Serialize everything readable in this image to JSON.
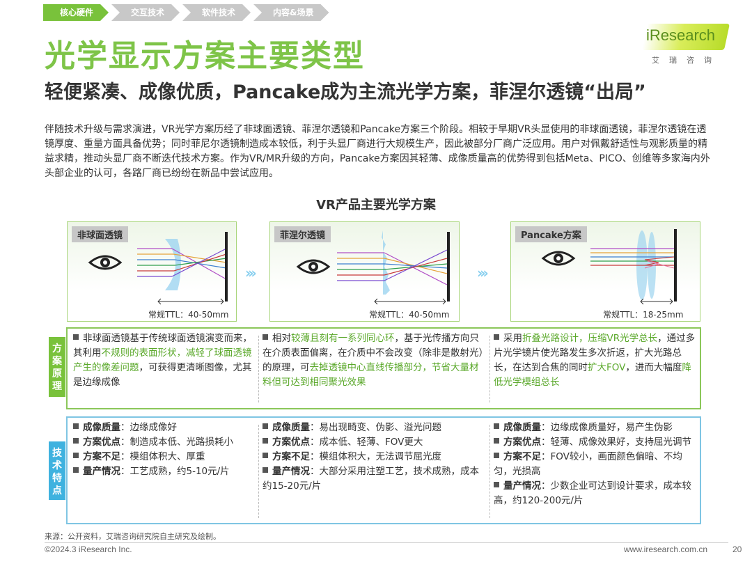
{
  "nav": {
    "items": [
      "核心硬件",
      "交互技术",
      "软件技术",
      "内容&场景"
    ]
  },
  "title": "光学显示方案主要类型",
  "subtitle": "轻便紧凑、成像优质，Pancake成为主流光学方案，菲涅尔透镜“出局”",
  "logo": {
    "name": "iResearch",
    "sub": "艾瑞咨询"
  },
  "intro": "伴随技术升级与需求演进，VR光学方案历经了非球面透镜、菲涅尔透镜和Pancake方案三个阶段。相较于早期VR头显使用的非球面透镜，菲涅尔透镜在透镜厚度、重量方面具备优势；同时菲尼尔透镜制造成本较低，利于头显厂商进行大规模生产，因此被部分厂商广泛应用。用户对佩戴舒适性与观影质量的精益求精，推动头显厂商不断迭代技术方案。作为VR/MR升级的方向，Pancake方案因其轻薄、成像质量高的优势得到包括Meta、PICO、创维等多家海内外头部企业的认可，各路厂商已纷纷在新品中尝试应用。",
  "section_title": "VR产品主要光学方案",
  "diagrams": [
    {
      "label": "非球面透镜",
      "ttl": "常规TTL：40-50mm"
    },
    {
      "label": "菲涅尔透镜",
      "ttl": "常规TTL：40-50mm"
    },
    {
      "label": "Pancake方案",
      "ttl": "常规TTL：18-25mm"
    }
  ],
  "principle": {
    "label": "方案原理",
    "col1": {
      "p1": "非球面透镜基于传统球面透镜演变而来，其利用",
      "h1": "不规则的表面形状，减轻了球面透镜产生的像差问题",
      "p2": "，可获得更清晰图像，尤其是边缘成像"
    },
    "col2": {
      "p1": "相对",
      "h1": "较薄且刻有一系列同心环",
      "p2": "，基于光传播方向只在介质表面偏离，在介质中不会改变（除非是散射光）的原理，可",
      "h2": "去掉透镜中心直线传播部分，节省大量材料但可达到相同聚光效果"
    },
    "col3": {
      "p1": "采用",
      "h1": "折叠光路设计，压缩VR光学总长",
      "p2": "，通过多片光学镜片使光路发生多次折返，扩大光路总长，在达到合焦的同时",
      "h2": "扩大FOV",
      "p3": "，进而大幅度",
      "h3": "降低光学模组总长"
    }
  },
  "features": {
    "label": "技术特点",
    "columns": [
      [
        {
          "k": "成像质量",
          "v": "：边缘成像好"
        },
        {
          "k": "方案优点",
          "v": "：制造成本低、光路损耗小"
        },
        {
          "k": "方案不足",
          "v": "：模组体积大、厚重"
        },
        {
          "k": "量产情况",
          "v": "：工艺成熟，约5-10元/片"
        }
      ],
      [
        {
          "k": "成像质量",
          "v": "：易出现畸变、伪影、溢光问题"
        },
        {
          "k": "方案优点",
          "v": "：成本低、轻薄、FOV更大"
        },
        {
          "k": "方案不足",
          "v": "：模组体积大，无法调节屈光度"
        },
        {
          "k": "量产情况",
          "v": "：大部分采用注塑工艺，技术成熟，成本约15-20元/片"
        }
      ],
      [
        {
          "k": "成像质量",
          "v": "：边缘成像质量好，易产生伪影"
        },
        {
          "k": "方案优点",
          "v": "：轻薄、成像效果好，支持屈光调节"
        },
        {
          "k": "方案不足",
          "v": "：FOV较小，画面颜色偏暗、不均匀，光损高"
        },
        {
          "k": "量产情况",
          "v": "：少数企业可达到设计要求，成本较高，约120-200元/片"
        }
      ]
    ]
  },
  "source": "来源：公开资料，艾瑞咨询研究院自主研究及绘制。",
  "copyright": "©2024.3 iResearch Inc.",
  "website": "www.iresearch.com.cn",
  "page_number": "20",
  "colors": {
    "green": "#79c23b",
    "blue": "#3fb2df"
  }
}
